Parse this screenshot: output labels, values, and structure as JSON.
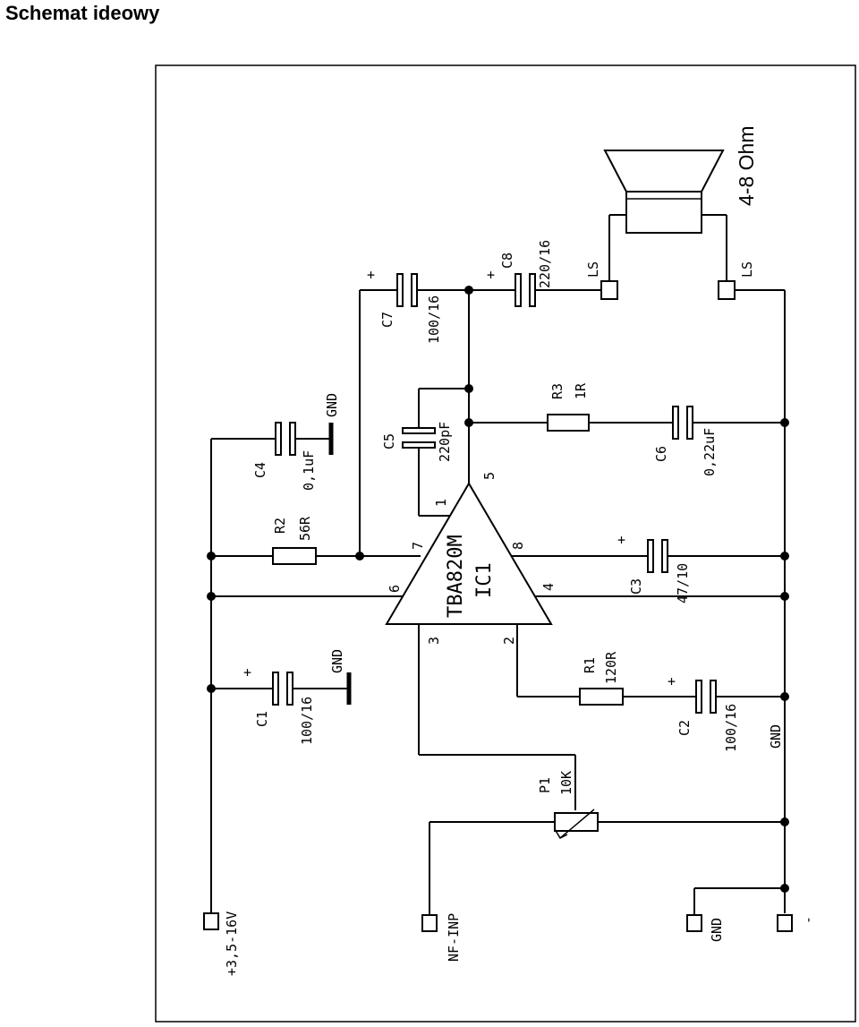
{
  "title": "Schemat ideowy",
  "diagram": {
    "speaker": "4-8 Ohm",
    "ic": {
      "ref": "IC1",
      "part": "TBA820M",
      "pins": {
        "p1": "1",
        "p2": "2",
        "p3": "3",
        "p4": "4",
        "p5": "5",
        "p6": "6",
        "p7": "7",
        "p8": "8"
      }
    },
    "terminals": {
      "supply": "+3,5-16V",
      "input": "NF-INP",
      "gnd": "GND",
      "minus": "-",
      "ls_top": "LS",
      "ls_bottom": "LS"
    },
    "gnd_labels": {
      "c4": "GND",
      "c1": "GND",
      "c2": "GND"
    },
    "plus_sign": "+",
    "components": {
      "c1": {
        "ref": "C1",
        "value": "100/16"
      },
      "c2": {
        "ref": "C2",
        "value": "100/16"
      },
      "c3": {
        "ref": "C3",
        "value": "47/10"
      },
      "c4": {
        "ref": "C4",
        "value": "0,1uF"
      },
      "c5": {
        "ref": "C5",
        "value": "220pF"
      },
      "c6": {
        "ref": "C6",
        "value": "0,22uF"
      },
      "c7": {
        "ref": "C7",
        "value": "100/16"
      },
      "c8": {
        "ref": "C8",
        "value": "220/16"
      },
      "r1": {
        "ref": "R1",
        "value": "120R"
      },
      "r2": {
        "ref": "R2",
        "value": "56R"
      },
      "r3": {
        "ref": "R3",
        "value": "1R"
      },
      "p1": {
        "ref": "P1",
        "value": "10K"
      }
    }
  }
}
